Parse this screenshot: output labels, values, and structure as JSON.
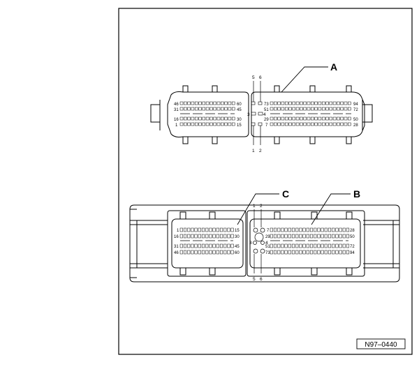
{
  "callouts": {
    "a": "A",
    "b": "B",
    "c": "C"
  },
  "figure_id": "N97–0440",
  "connector_top": {
    "left_block": {
      "rows": [
        {
          "start": "46",
          "end": "60"
        },
        {
          "start": "31",
          "end": "45"
        },
        {
          "start": "16",
          "end": "30"
        },
        {
          "start": "1",
          "end": "15"
        }
      ]
    },
    "center_block": {
      "top_pins": [
        "5",
        "6"
      ],
      "side_pins": [
        "3",
        "4"
      ],
      "bottom_pins": [
        "1",
        "2"
      ]
    },
    "right_block": {
      "rows": [
        {
          "start": "73",
          "end": "94"
        },
        {
          "start": "51",
          "end": "72"
        },
        {
          "start": "29",
          "end": "50"
        },
        {
          "start": "7",
          "end": "28"
        }
      ]
    }
  },
  "connector_bottom": {
    "left_block": {
      "rows": [
        {
          "start": "1",
          "end": "15"
        },
        {
          "start": "16",
          "end": "30"
        },
        {
          "start": "31",
          "end": "45"
        },
        {
          "start": "46",
          "end": "60"
        }
      ]
    },
    "center_block": {
      "top_pins": [
        "1",
        "2"
      ],
      "side_pins": [
        "3",
        "4"
      ],
      "bottom_pins": [
        "5",
        "6"
      ]
    },
    "right_block": {
      "rows": [
        {
          "start": "7",
          "end": "28"
        },
        {
          "start": "29",
          "end": "50"
        },
        {
          "start": "51",
          "end": "72"
        },
        {
          "start": "73",
          "end": "94"
        }
      ]
    }
  }
}
